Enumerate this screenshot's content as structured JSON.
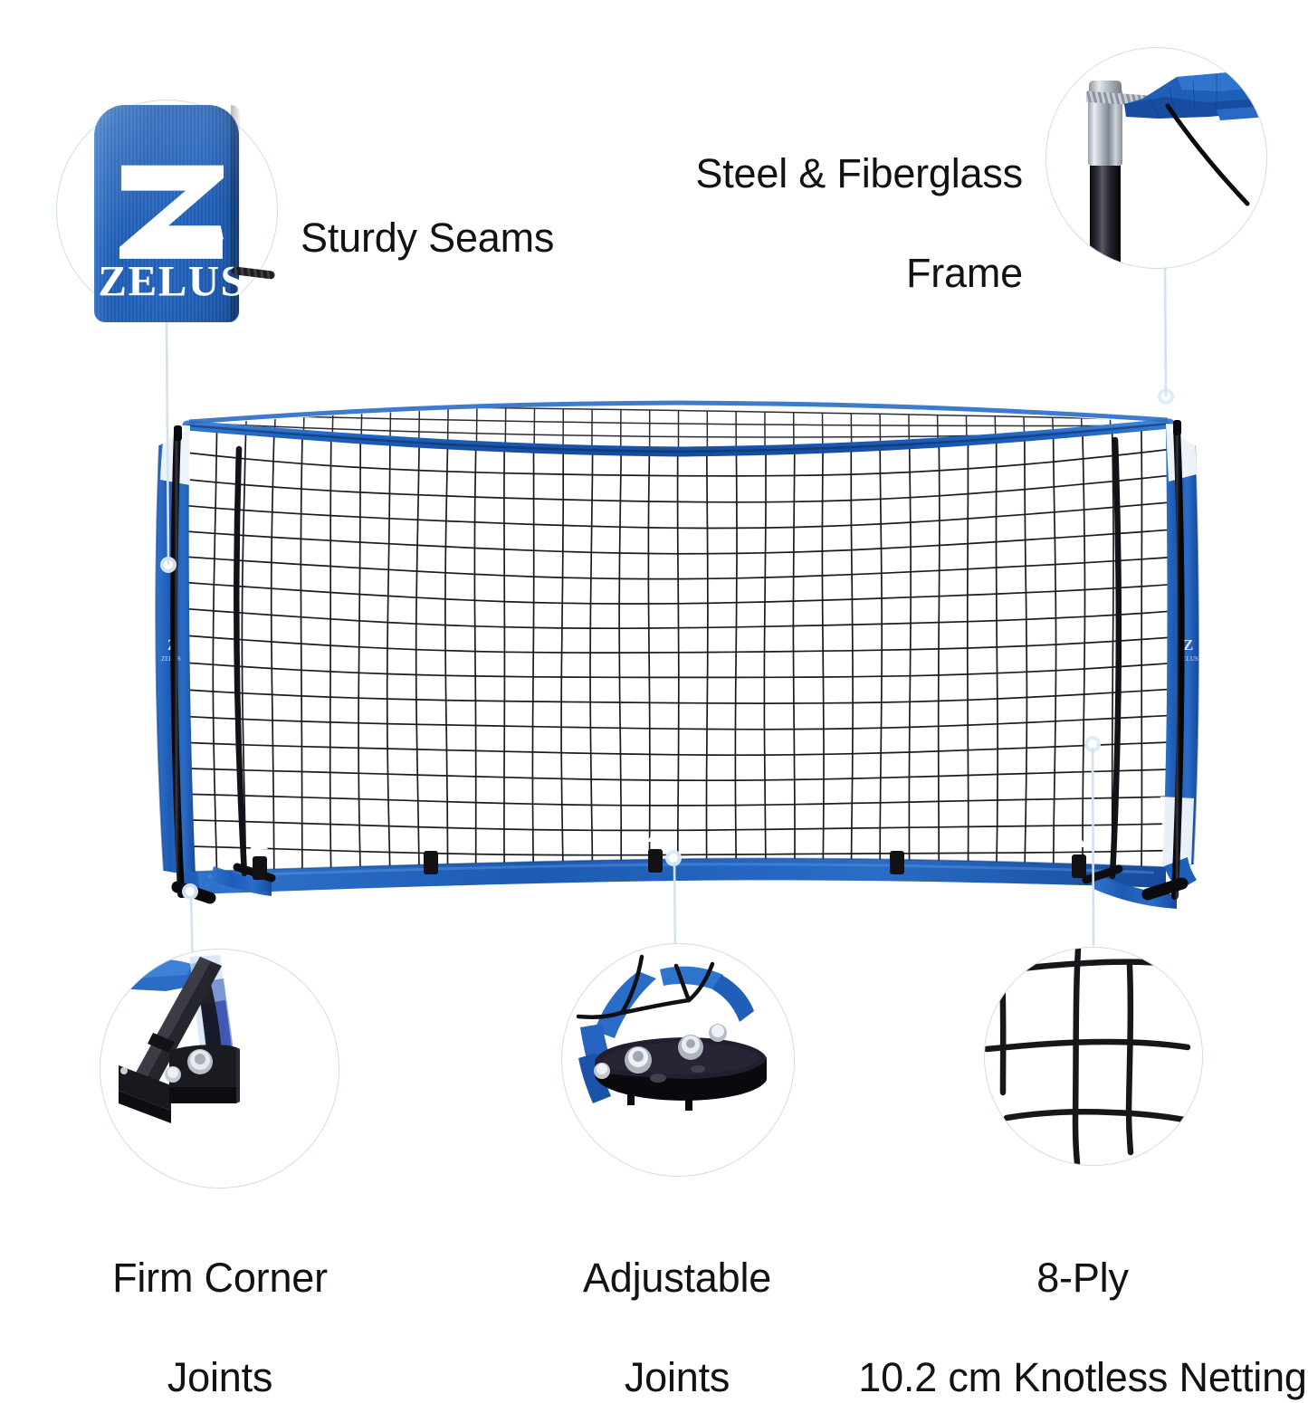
{
  "page": {
    "background_color": "#ffffff",
    "accent_blue": "#1f5fb8",
    "text_color": "#111214",
    "connector_color": "#d4e2ef",
    "circle_border_color": "#cfdeeb"
  },
  "brand": {
    "name": "ZELUS",
    "wordmark": "ZELUS",
    "monogram": "Z"
  },
  "callouts": [
    {
      "id": "sturdy-seams",
      "label": "Sturdy Seams",
      "position": "top-left",
      "detail_image": "zelus-branded-blue-fabric-pole-sleeve-with-drawstring-cord"
    },
    {
      "id": "steel-fiberglass-frame",
      "label": "Steel & Fiberglass\nFrame",
      "label_line_1": "Steel & Fiberglass",
      "label_line_2": "Frame",
      "position": "top-right",
      "detail_image": "steel-ferrule-on-black-fiberglass-pole-with-blue-sleeve"
    },
    {
      "id": "firm-corner-joints",
      "label": "Firm Corner\nJoints",
      "label_line_1": "Firm Corner",
      "label_line_2": "Joints",
      "position": "bottom-left",
      "detail_image": "black-metal-corner-bracket-with-bolt-and-pole"
    },
    {
      "id": "adjustable-joints",
      "label": "Adjustable\nJoints",
      "label_line_1": "Adjustable",
      "label_line_2": "Joints",
      "position": "bottom-center",
      "detail_image": "oval-black-base-plate-with-three-bolts-and-blue-straps"
    },
    {
      "id": "knotless-netting",
      "label": "8-Ply\n10.2 cm Knotless Netting",
      "label_line_1": "8-Ply",
      "label_line_2": "10.2 cm Knotless Netting",
      "position": "bottom-right",
      "detail_image": "close-up-of-black-square-mesh-netting"
    }
  ],
  "product": {
    "name": "ZELUS portable soccer goal",
    "frame_color": "#0e0e12",
    "trim_color": "#1f63c0",
    "net_color": "#1a1a1f",
    "net_mesh_columns": 34,
    "net_mesh_rows": 17,
    "side_panel_logo": "ZELUS"
  }
}
